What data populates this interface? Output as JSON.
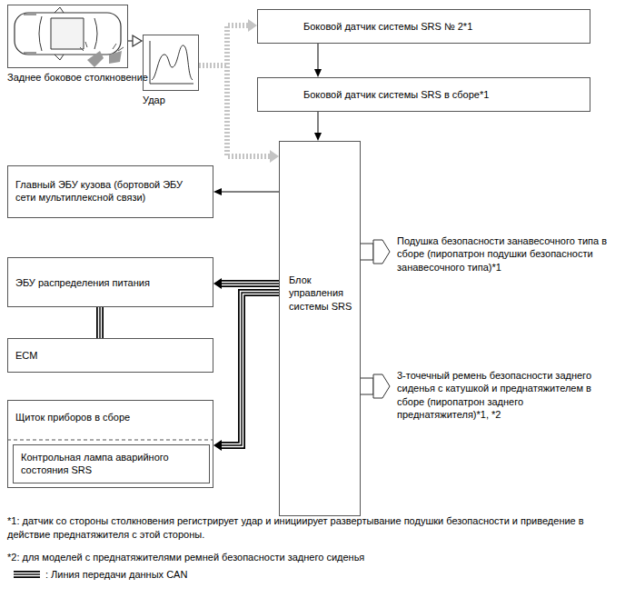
{
  "diagram": {
    "nodes": [
      {
        "text": [
          "Заднее боковое столкновение"
        ]
      },
      {
        "text": [
          "Удар"
        ]
      },
      {
        "text": [
          "Боковой датчик системы SRS № 2*1"
        ]
      },
      {
        "text": [
          "Боковой датчик системы SRS в сборе*1"
        ]
      },
      {
        "text": [
          "Главный ЭБУ кузова (бортовой ЭБУ сети мультиплексной связи)"
        ]
      },
      {
        "text": [
          "ЭБУ распределения питания"
        ]
      },
      {
        "text": [
          "ECM"
        ]
      },
      {
        "text": [
          "Щиток приборов в сборе"
        ]
      },
      {
        "text": [
          "Контрольная лампа аварийного состояния SRS"
        ],
        "in": 7
      },
      {
        "text": [
          "Блок управления системы SRS"
        ]
      },
      {
        "text": [
          "Подушка безопасности занавесочного типа в сборе (пиропатрон подушки безопасности занавесочного типа)*1"
        ]
      },
      {
        "text": [
          "3-точечный ремень безопасности заднего сиденья с катушкой и преднатяжителем в сборе (пиропатрон заднего преднатяжителя)*1, *2"
        ]
      }
    ],
    "edges": [
      {
        "from": 0,
        "to": 1,
        "arrow": "to"
      },
      {
        "from": 1,
        "to": 2,
        "arrow": "to"
      },
      {
        "from": 1,
        "to": 9,
        "arrow": "to"
      },
      {
        "from": 2,
        "to": 3,
        "arrow": "to"
      },
      {
        "from": 3,
        "to": 9,
        "arrow": "to"
      },
      {
        "from": 9,
        "to": 4,
        "arrow": "to"
      },
      {
        "from": 9,
        "to": 5,
        "arrow": "to"
      },
      {
        "from": 5,
        "to": 6,
        "arrow": "none"
      },
      {
        "from": 9,
        "to": 7,
        "arrow": "to"
      }
    ],
    "labels": [
      "*1: датчик со стороны столкновения регистрирует удар и инициирует развертывание подушки безопасности и приведение в действие преднатяжителя с этой стороны.",
      "*2: для моделей с преднатяжителями ремней безопасности заднего сиденья"
    ],
    "legend": [
      {
        "text": ": Линия передачи данных CAN"
      }
    ]
  }
}
